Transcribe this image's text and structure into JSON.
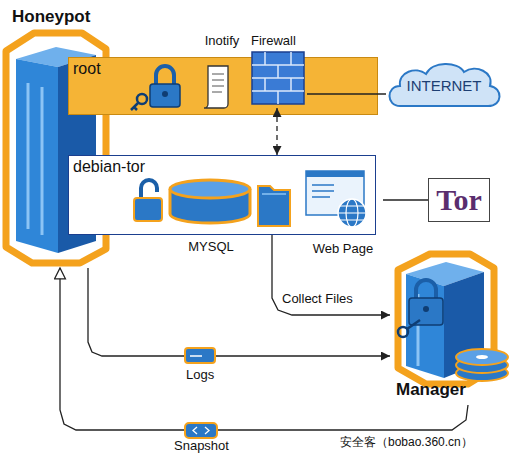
{
  "diagram": {
    "nodes": [
      {
        "text": [
          "Honeypot"
        ]
      },
      {
        "text": [
          "root"
        ]
      },
      {
        "text": [
          "Inotify"
        ],
        "in": 1
      },
      {
        "text": [
          "Firewall"
        ],
        "in": 1
      },
      {
        "text": [
          "INTERNET"
        ]
      },
      {
        "text": [
          "debian-tor"
        ]
      },
      {
        "text": [
          "MYSQL"
        ],
        "in": 5
      },
      {
        "text": [
          "Web Page"
        ],
        "in": 5
      },
      {
        "text": [
          "Tor"
        ]
      },
      {
        "text": [
          "Manager"
        ]
      }
    ],
    "edges": [
      {
        "from": 3,
        "to": 4,
        "arrow": "none"
      },
      {
        "from": 3,
        "to": 5,
        "arrow": "both"
      },
      {
        "from": 7,
        "to": 8,
        "arrow": "none"
      },
      {
        "from": 5,
        "to": 9,
        "label": "Collect Files",
        "arrow": "to"
      },
      {
        "from": 0,
        "to": 9,
        "label": "Logs",
        "arrow": "to"
      },
      {
        "from": 9,
        "to": 0,
        "label": "Snapshot",
        "arrow": "to"
      }
    ],
    "labels": [
      "安全客（bobao.360.cn）"
    ]
  }
}
